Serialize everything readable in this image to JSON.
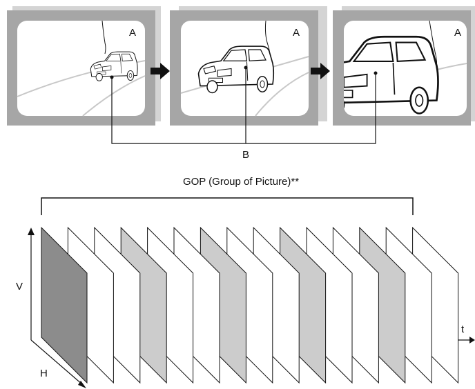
{
  "top_panel": {
    "frames": [
      {
        "corner_label": "A",
        "subject": "car-drawing"
      },
      {
        "corner_label": "A",
        "subject": "car-drawing"
      },
      {
        "corner_label": "A",
        "subject": "car-drawing"
      }
    ],
    "connector_label": "B",
    "icons": [
      "right-arrow-icon",
      "right-arrow-icon"
    ]
  },
  "bottom_panel": {
    "title": "GOP (Group of Picture)**",
    "axis_labels": {
      "vertical": "V",
      "horizontal": "H",
      "time": "t"
    },
    "frame_shades": [
      "dark",
      "white",
      "white",
      "light",
      "white",
      "white",
      "light",
      "white",
      "white",
      "light",
      "white",
      "white",
      "light",
      "white",
      "white"
    ],
    "colors": {
      "dark": "#8c8c8c",
      "light": "#cccccc",
      "white": "#ffffff",
      "frame_border": "#aaaaaa",
      "frame_shadow": "#d4d4d4"
    }
  }
}
